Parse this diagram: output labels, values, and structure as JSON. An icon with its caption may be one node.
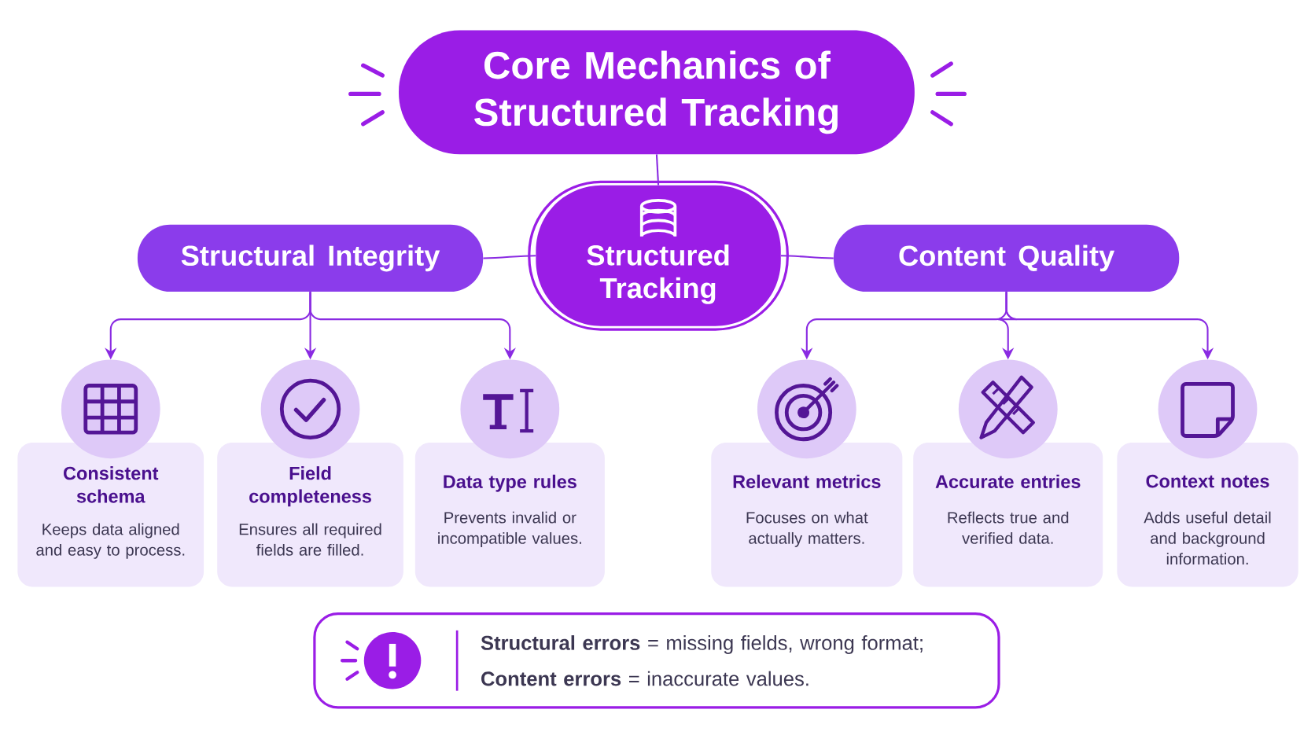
{
  "diagram": {
    "nodes": [
      {
        "text": [
          "Core Mechanics of Structured Tracking"
        ]
      },
      {
        "text": [
          "Structured Tracking"
        ]
      },
      {
        "text": [
          "Structural Integrity"
        ]
      },
      {
        "text": [
          "Content Quality"
        ]
      },
      {
        "text": [],
        "shape": "circle"
      },
      {
        "text": [
          "Consistent schema",
          "Keeps data aligned and easy to process."
        ]
      },
      {
        "text": [],
        "shape": "circle"
      },
      {
        "text": [
          "Field completeness",
          "Ensures all required fields are filled."
        ]
      },
      {
        "text": [],
        "shape": "circle"
      },
      {
        "text": [
          "Data type rules",
          "Prevents invalid or incompatible values."
        ]
      },
      {
        "text": [],
        "shape": "circle"
      },
      {
        "text": [
          "Relevant metrics",
          "Focuses on what actually matters."
        ]
      },
      {
        "text": [],
        "shape": "circle"
      },
      {
        "text": [
          "Accurate entries",
          "Reflects true and verified data."
        ]
      },
      {
        "text": [],
        "shape": "circle"
      },
      {
        "text": [
          "Context notes",
          "Adds useful detail and background information."
        ]
      },
      {
        "text": [
          "**Structural errors** = missing fields, wrong format;",
          "**Content errors** = inaccurate values."
        ]
      }
    ],
    "edges": [
      {
        "from": 0,
        "to": 1,
        "arrow": "none"
      },
      {
        "from": 1,
        "to": 2,
        "arrow": "none"
      },
      {
        "from": 1,
        "to": 3,
        "arrow": "none"
      },
      {
        "from": 2,
        "to": 4,
        "arrow": "to"
      },
      {
        "from": 2,
        "to": 6,
        "arrow": "to"
      },
      {
        "from": 2,
        "to": 8,
        "arrow": "to"
      },
      {
        "from": 3,
        "to": 10,
        "arrow": "to"
      },
      {
        "from": 3,
        "to": 12,
        "arrow": "to"
      },
      {
        "from": 3,
        "to": 14,
        "arrow": "to"
      }
    ]
  }
}
